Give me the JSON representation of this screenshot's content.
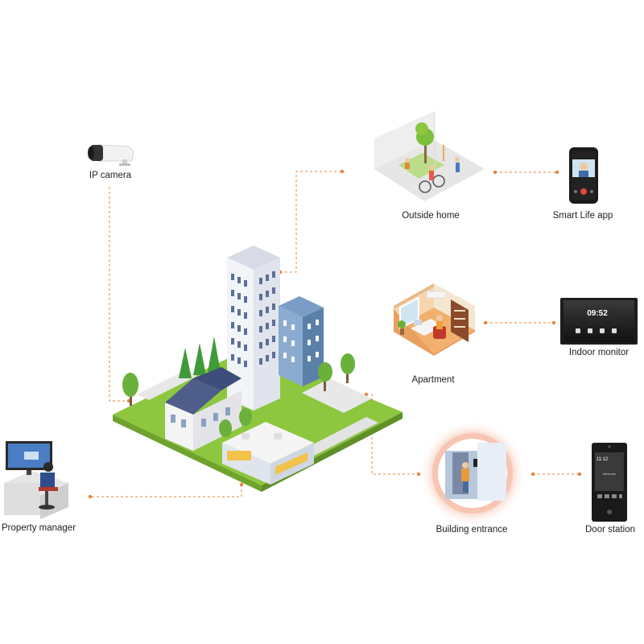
{
  "labels": {
    "ip_camera": "IP camera",
    "outside_home": "Outside home",
    "smart_life_app": "Smart Life app",
    "apartment": "Apartment",
    "indoor_monitor": "Indoor monitor",
    "building_entrance": "Building entrance",
    "door_station": "Door station",
    "property_manager": "Property manager"
  },
  "indoor_monitor_screen": {
    "time": "09:52"
  },
  "door_station_screen": {
    "time": "11:12",
    "greeting": "Welcome"
  },
  "colors": {
    "connector": "#e8833a",
    "grass": "#8dc63f",
    "tower": "#eef0f6",
    "blue_building": "#5a7fa8",
    "roof": "#4f5d8a",
    "glow": "#fbe0d6"
  }
}
